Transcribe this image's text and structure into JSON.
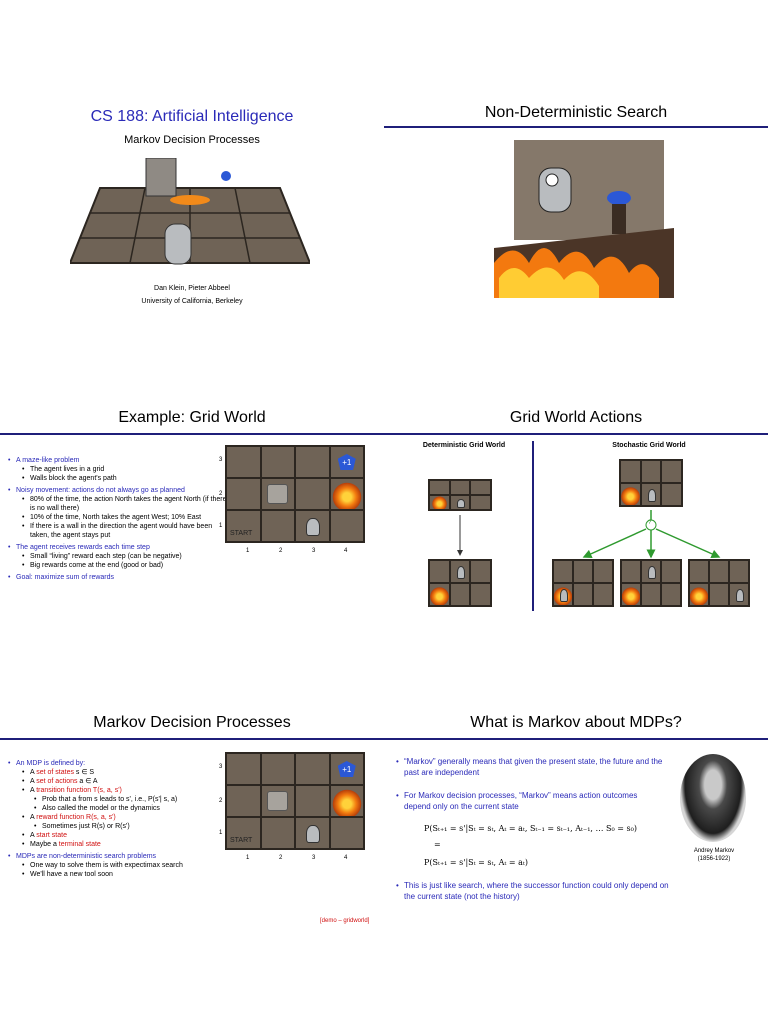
{
  "slide1": {
    "title": "CS 188: Artificial Intelligence",
    "subtitle": "Markov Decision Processes",
    "authors": "Dan Klein, Pieter Abbeel",
    "affiliation": "University of California, Berkeley"
  },
  "slide2": {
    "title": "Non-Deterministic Search"
  },
  "slide3": {
    "title": "Example: Grid World",
    "bullets": [
      {
        "level": 1,
        "text": "A maze-like problem",
        "color": "#2a2ab8"
      },
      {
        "level": 2,
        "text": "The agent lives in a grid"
      },
      {
        "level": 2,
        "text": "Walls block the agent's path"
      },
      {
        "level": 1,
        "text": "Noisy movement: actions do not always go as planned",
        "color": "#2a2ab8"
      },
      {
        "level": 2,
        "text": "80% of the time, the action North takes the agent North (if there is no wall there)"
      },
      {
        "level": 2,
        "text": "10% of the time, North takes the agent West; 10% East"
      },
      {
        "level": 2,
        "text": "If there is a wall in the direction the agent would have been taken, the agent stays put"
      },
      {
        "level": 1,
        "text": "The agent receives rewards each time step",
        "color": "#2a2ab8"
      },
      {
        "level": 2,
        "text": "Small “living” reward each step (can be negative)"
      },
      {
        "level": 2,
        "text": "Big rewards come at the end (good or bad)"
      },
      {
        "level": 1,
        "text": "Goal: maximize sum of rewards",
        "color": "#2a2ab8"
      }
    ],
    "start_label": "START",
    "row_labels": [
      "3",
      "2",
      "1"
    ],
    "col_labels": [
      "1",
      "2",
      "3",
      "4"
    ]
  },
  "slide4": {
    "title": "Grid World Actions",
    "left_label": "Deterministic Grid World",
    "right_label": "Stochastic Grid World",
    "question": "?"
  },
  "slide5": {
    "title": "Markov Decision Processes",
    "bullets": [
      {
        "level": 1,
        "text": "An MDP is defined by:",
        "color": "#2a2ab8"
      },
      {
        "level": 2,
        "parts": [
          {
            "t": "A "
          },
          {
            "t": "set of states",
            "red": true
          },
          {
            "t": " s ∈ S"
          }
        ]
      },
      {
        "level": 2,
        "parts": [
          {
            "t": "A "
          },
          {
            "t": "set of actions",
            "red": true
          },
          {
            "t": " a ∈ A"
          }
        ]
      },
      {
        "level": 2,
        "parts": [
          {
            "t": "A "
          },
          {
            "t": "transition function T(s, a, s')",
            "red": true
          }
        ]
      },
      {
        "level": 3,
        "parts": [
          {
            "t": "Prob that a from s leads to s', i.e., P(s'| s, a)"
          }
        ]
      },
      {
        "level": 3,
        "parts": [
          {
            "t": "Also called the model or the dynamics"
          }
        ]
      },
      {
        "level": 2,
        "parts": [
          {
            "t": "A "
          },
          {
            "t": "reward function R(s, a, s')",
            "red": true
          }
        ]
      },
      {
        "level": 3,
        "parts": [
          {
            "t": "Sometimes just R(s) or R(s')"
          }
        ]
      },
      {
        "level": 2,
        "parts": [
          {
            "t": "A "
          },
          {
            "t": "start state",
            "red": true
          }
        ]
      },
      {
        "level": 2,
        "parts": [
          {
            "t": "Maybe a "
          },
          {
            "t": "terminal state",
            "red": true
          }
        ]
      },
      {
        "level": 1,
        "text": "MDPs are non-deterministic search problems",
        "color": "#2a2ab8"
      },
      {
        "level": 2,
        "parts": [
          {
            "t": "One way to solve them is with expectimax search"
          }
        ]
      },
      {
        "level": 2,
        "parts": [
          {
            "t": "We'll have a new tool soon"
          }
        ]
      }
    ],
    "demo": "[demo – gridworld]",
    "start_label": "START",
    "row_labels": [
      "3",
      "2",
      "1"
    ],
    "col_labels": [
      "1",
      "2",
      "3",
      "4"
    ]
  },
  "slide6": {
    "title": "What is Markov about MDPs?",
    "b1": "“Markov” generally means that given the present state, the future and the past are independent",
    "b2": "For Markov decision processes, “Markov” means action outcomes depend only on the current state",
    "eq1": "P(Sₜ₊₁ = s'|Sₜ = sₜ, Aₜ = aₜ, Sₜ₋₁ = sₜ₋₁, Aₜ₋₁, … S₀ = s₀)",
    "eq_sign": "=",
    "eq2": "P(Sₜ₊₁ = s'|Sₜ = sₜ, Aₜ = aₜ)",
    "b3": "This is just like search, where the successor function could only depend on the current state (not the history)",
    "portrait_name": "Andrey Markov",
    "portrait_years": "(1856-1922)"
  }
}
